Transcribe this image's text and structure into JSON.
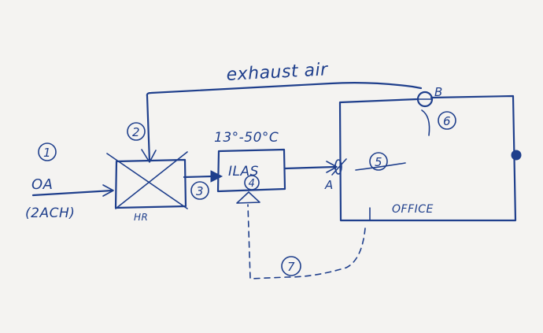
{
  "diagram": {
    "labels": {
      "exhaust": "exhaust air",
      "oa": "OA",
      "ach": "(2ACH)",
      "hr": "HR",
      "temp": "13°-50°C",
      "ilas": "ILAS",
      "office": "OFFICE",
      "point_a": "A",
      "point_b": "B"
    },
    "markers": [
      "1",
      "2",
      "3",
      "4",
      "5",
      "6",
      "7"
    ],
    "ink_color": "#1f3f8c",
    "paper_color": "#f4f3f1"
  }
}
